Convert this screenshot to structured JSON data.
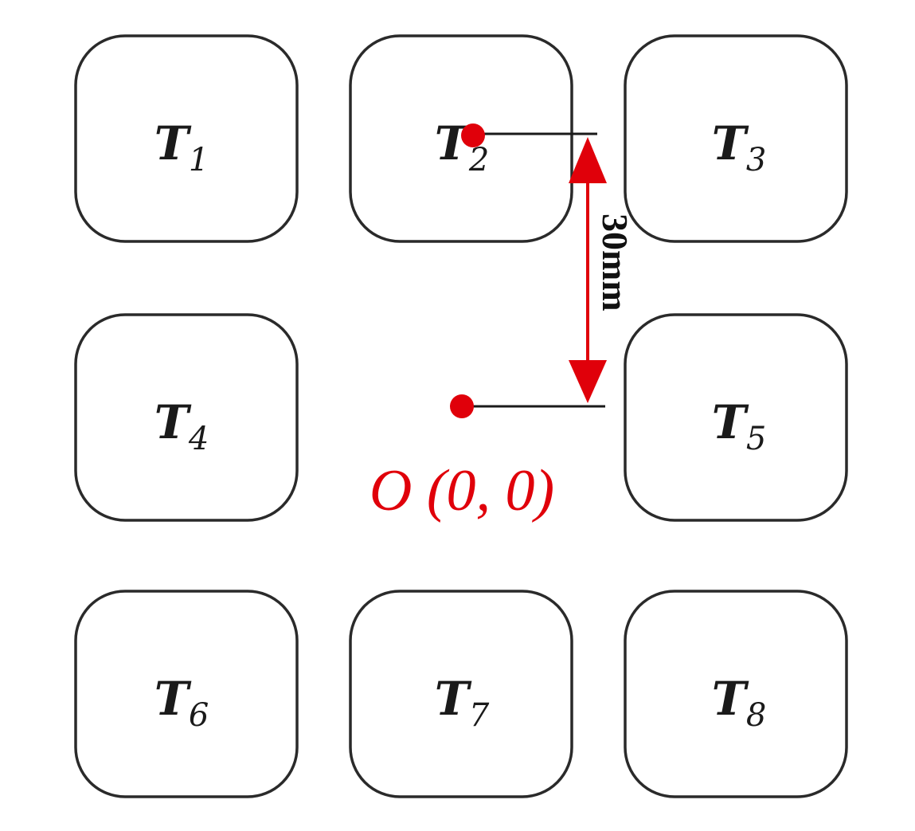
{
  "tiles": [
    {
      "base": "T",
      "sub": "1"
    },
    {
      "base": "T",
      "sub": "2"
    },
    {
      "base": "T",
      "sub": "3"
    },
    {
      "base": "T",
      "sub": "4"
    },
    {
      "base": "T",
      "sub": "5"
    },
    {
      "base": "T",
      "sub": "6"
    },
    {
      "base": "T",
      "sub": "7"
    },
    {
      "base": "T",
      "sub": "8"
    }
  ],
  "dimension": {
    "label": "30mm"
  },
  "origin": {
    "label": "O (0, 0)"
  },
  "colors": {
    "accent": "#e0000a",
    "stroke": "#2a2a2a"
  }
}
